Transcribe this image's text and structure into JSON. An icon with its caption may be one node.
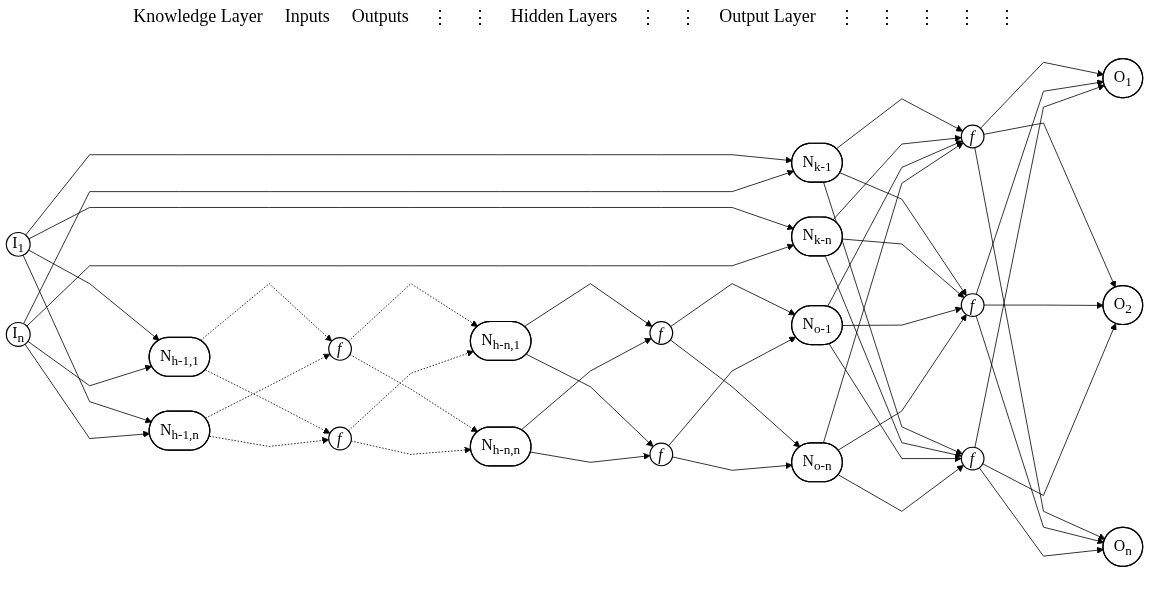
{
  "diagram": {
    "nodes": [
      {
        "text": [
          "I$_{1}$"
        ]
      },
      {
        "text": [
          "I$_{n}$"
        ]
      },
      {
        "text": [
          "N$_{k-1}$"
        ]
      },
      {
        "text": [
          "N$_{k-n}$"
        ]
      },
      {
        "text": [
          "N$_{h-1,1}$"
        ]
      },
      {
        "text": [
          "N$_{h-1,n}$"
        ]
      },
      {
        "text": [
          "f"
        ]
      },
      {
        "text": [
          "f"
        ]
      },
      {
        "text": [
          "N$_{h-n,1}$"
        ]
      },
      {
        "text": [
          "N$_{h-n,n}$"
        ]
      },
      {
        "text": [
          "f"
        ]
      },
      {
        "text": [
          "f"
        ]
      },
      {
        "text": [
          "N$_{o-1}$"
        ]
      },
      {
        "text": [
          "N$_{o-n}$"
        ]
      },
      {
        "text": [
          "f"
        ]
      },
      {
        "text": [
          "f"
        ]
      },
      {
        "text": [
          "f"
        ]
      },
      {
        "text": [
          "O$_{1}$"
        ]
      },
      {
        "text": [
          "O$_{2}$"
        ]
      },
      {
        "text": [
          "O$_{n}$"
        ]
      }
    ],
    "edges": [
      {
        "from": 0,
        "to": 2,
        "arrow": "to"
      },
      {
        "from": 0,
        "to": 3,
        "arrow": "to"
      },
      {
        "from": 0,
        "to": 4,
        "arrow": "to"
      },
      {
        "from": 0,
        "to": 5,
        "arrow": "to"
      },
      {
        "from": 1,
        "to": 2,
        "arrow": "to"
      },
      {
        "from": 1,
        "to": 3,
        "arrow": "to"
      },
      {
        "from": 1,
        "to": 4,
        "arrow": "to"
      },
      {
        "from": 1,
        "to": 5,
        "arrow": "to"
      },
      {
        "from": 4,
        "to": 6,
        "arrow": "to",
        "style": "dashed"
      },
      {
        "from": 4,
        "to": 7,
        "arrow": "to",
        "style": "dashed"
      },
      {
        "from": 5,
        "to": 6,
        "arrow": "to",
        "style": "dashed"
      },
      {
        "from": 5,
        "to": 7,
        "arrow": "to",
        "style": "dashed"
      },
      {
        "from": 6,
        "to": 8,
        "arrow": "to",
        "style": "dashed"
      },
      {
        "from": 6,
        "to": 9,
        "arrow": "to",
        "style": "dashed"
      },
      {
        "from": 7,
        "to": 8,
        "arrow": "to",
        "style": "dashed"
      },
      {
        "from": 7,
        "to": 9,
        "arrow": "to",
        "style": "dashed"
      },
      {
        "from": 8,
        "to": 10,
        "arrow": "to"
      },
      {
        "from": 8,
        "to": 11,
        "arrow": "to"
      },
      {
        "from": 9,
        "to": 10,
        "arrow": "to"
      },
      {
        "from": 9,
        "to": 11,
        "arrow": "to"
      },
      {
        "from": 10,
        "to": 12,
        "arrow": "to"
      },
      {
        "from": 10,
        "to": 13,
        "arrow": "to"
      },
      {
        "from": 11,
        "to": 12,
        "arrow": "to"
      },
      {
        "from": 11,
        "to": 13,
        "arrow": "to"
      },
      {
        "from": 2,
        "to": 14,
        "arrow": "to"
      },
      {
        "from": 2,
        "to": 15,
        "arrow": "to"
      },
      {
        "from": 2,
        "to": 16,
        "arrow": "to"
      },
      {
        "from": 3,
        "to": 14,
        "arrow": "to"
      },
      {
        "from": 3,
        "to": 15,
        "arrow": "to"
      },
      {
        "from": 3,
        "to": 16,
        "arrow": "to"
      },
      {
        "from": 12,
        "to": 14,
        "arrow": "to"
      },
      {
        "from": 12,
        "to": 15,
        "arrow": "to"
      },
      {
        "from": 12,
        "to": 16,
        "arrow": "to"
      },
      {
        "from": 13,
        "to": 14,
        "arrow": "to"
      },
      {
        "from": 13,
        "to": 15,
        "arrow": "to"
      },
      {
        "from": 13,
        "to": 16,
        "arrow": "to"
      },
      {
        "from": 14,
        "to": 17,
        "arrow": "to"
      },
      {
        "from": 14,
        "to": 18,
        "arrow": "to"
      },
      {
        "from": 14,
        "to": 19,
        "arrow": "to"
      },
      {
        "from": 15,
        "to": 17,
        "arrow": "to"
      },
      {
        "from": 15,
        "to": 18,
        "arrow": "to"
      },
      {
        "from": 15,
        "to": 19,
        "arrow": "to"
      },
      {
        "from": 16,
        "to": 17,
        "arrow": "to"
      },
      {
        "from": 16,
        "to": 18,
        "arrow": "to"
      },
      {
        "from": 16,
        "to": 19,
        "arrow": "to"
      }
    ],
    "labels": [
      "Knowledge Layer",
      "Inputs",
      "Outputs",
      "⋮",
      "⋮",
      "Hidden Layers",
      "⋮",
      "⋮",
      "Output Layer",
      "⋮",
      "⋮",
      "⋮",
      "⋮",
      "⋮"
    ]
  }
}
